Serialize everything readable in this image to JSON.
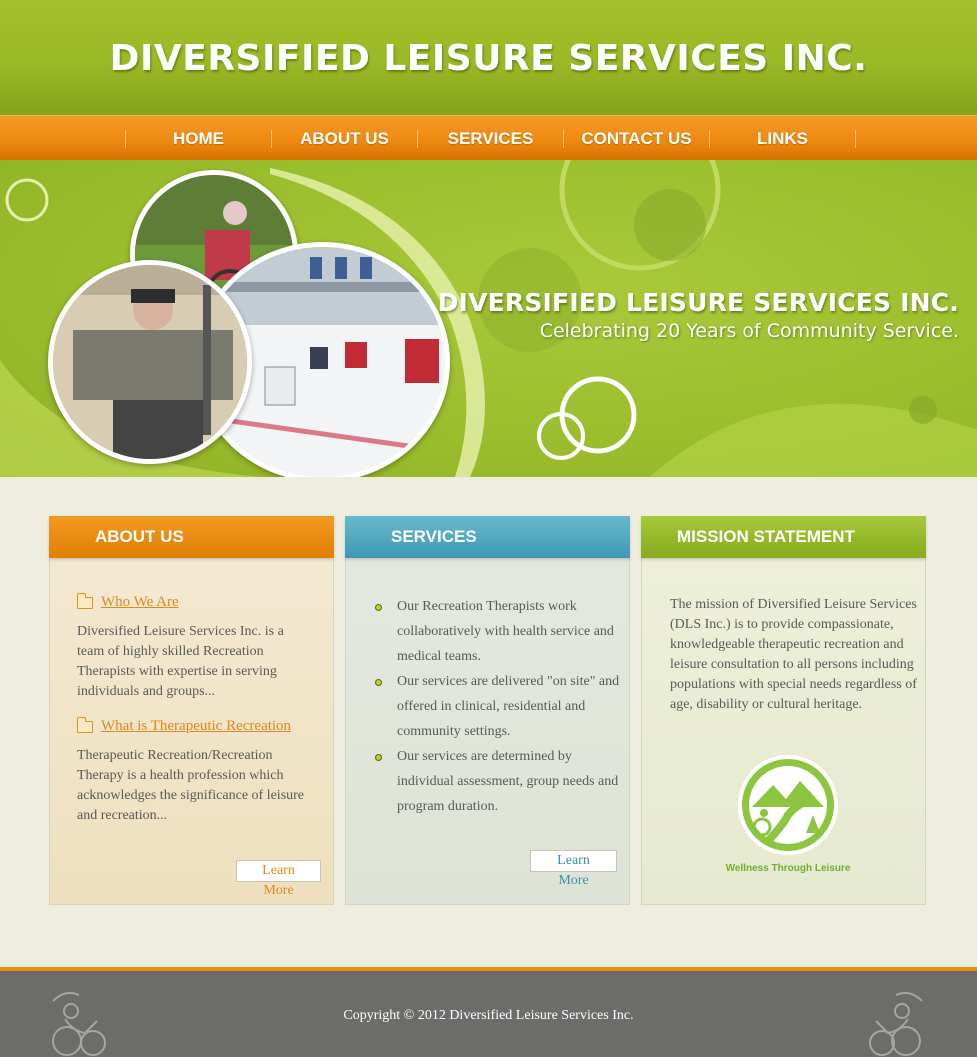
{
  "header": {
    "title": "DIVERSIFIED LEISURE SERVICES INC."
  },
  "nav": {
    "items": [
      "HOME",
      "ABOUT US",
      "SERVICES",
      "CONTACT US",
      "LINKS"
    ]
  },
  "banner": {
    "title": "DIVERSIFIED LEISURE SERVICES INC.",
    "subtitle": "Celebrating 20 Years of Community Service."
  },
  "about": {
    "heading": "ABOUT US",
    "link1": "Who We Are",
    "text1": "Diversified Leisure Services Inc. is a team of highly skilled Recreation Therapists with expertise in serving individuals and groups...",
    "link2": "What is Therapeutic Recreation",
    "text2": "Therapeutic Recreation/Recreation Therapy is a health profession which acknowledges the significance of leisure and recreation...",
    "button": "Learn More"
  },
  "services": {
    "heading": "SERVICES",
    "items": [
      "Our Recreation Therapists work collaboratively with health service and medical teams.",
      "Our services are delivered \"on site\" and offered in clinical, residential and community settings.",
      "Our services are determined by individual assessment, group needs and program duration."
    ],
    "button": "Learn More"
  },
  "mission": {
    "heading": "MISSION STATEMENT",
    "text": "The mission of Diversified Leisure Services (DLS Inc.) is to provide compassionate, knowledgeable therapeutic recreation and leisure consultation to all persons including populations with special needs regardless of age, disability or cultural heritage.",
    "logo_caption": "Wellness Through Leisure"
  },
  "footer": {
    "copyright": "Copyright © 2012 Diversified Leisure Services Inc."
  },
  "colors": {
    "green": "#9bb925",
    "orange": "#ee8a12",
    "blue": "#4ba3bd",
    "footer": "#6c6c6a"
  }
}
